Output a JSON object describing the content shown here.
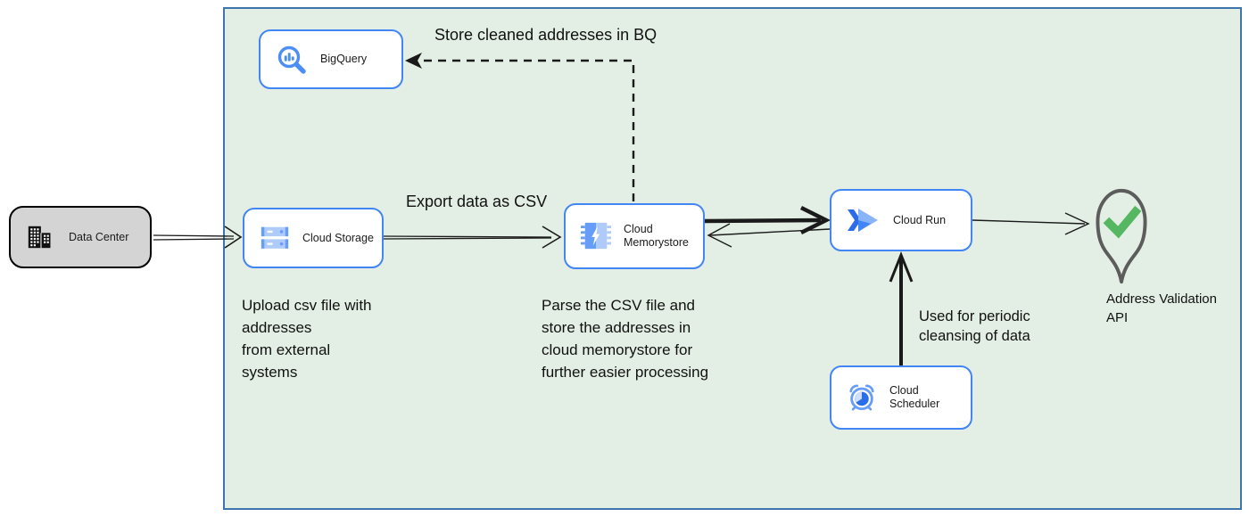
{
  "colors": {
    "boundary_background": "#e3efe4",
    "boundary_border": "#3c76ad",
    "node_border_blue": "#4285f4",
    "datacenter_fill": "#d4d4d4",
    "arrow_black": "#1a1a1a",
    "pin_gray": "#5c5c5c",
    "check_green": "#55b761",
    "icon_blue_dark": "#2b6de8",
    "icon_blue_light": "#aecbfa"
  },
  "nodes": {
    "data_center": {
      "label": "Data Center",
      "icon": "building-icon"
    },
    "bigquery": {
      "label": "BigQuery",
      "icon": "bigquery-icon"
    },
    "cloud_storage": {
      "label": "Cloud Storage",
      "icon": "cloud-storage-icon"
    },
    "cloud_memorystore": {
      "label": "Cloud Memorystore",
      "icon": "memorystore-chip-icon"
    },
    "cloud_run": {
      "label": "Cloud Run",
      "icon": "cloud-run-icon"
    },
    "cloud_scheduler": {
      "label": "Cloud Scheduler",
      "icon": "alarm-clock-icon"
    },
    "address_validation_api": {
      "label": "Address Validation\nAPI",
      "icon": "location-pin-check-icon"
    }
  },
  "annotations": {
    "store_bq": "Store cleaned addresses in BQ",
    "export_csv": "Export data as CSV",
    "upload_note": "Upload csv file with\naddresses\nfrom external\nsystems",
    "parse_note": "Parse the CSV file and\nstore the addresses in\ncloud  memorystore for\nfurther easier processing",
    "periodic_note": "Used for periodic\ncleansing of data"
  },
  "edges": [
    {
      "from": "data_center",
      "to": "cloud_storage",
      "style": "double-line-open-arrow"
    },
    {
      "from": "cloud_storage",
      "to": "cloud_memorystore",
      "style": "double-line-open-arrow",
      "label": "Export data as CSV"
    },
    {
      "from": "cloud_memorystore",
      "to": "cloud_run",
      "style": "thick-open-arrow"
    },
    {
      "from": "cloud_run",
      "to": "cloud_memorystore",
      "style": "thin-open-arrow"
    },
    {
      "from": "cloud_run",
      "to": "address_validation_api",
      "style": "thin-open-arrow"
    },
    {
      "from": "cloud_scheduler",
      "to": "cloud_run",
      "style": "thick-open-arrow",
      "label": "Used for periodic cleansing of data"
    },
    {
      "from": "cloud_memorystore",
      "to": "bigquery",
      "style": "dashed-filled-arrow",
      "label": "Store cleaned addresses in BQ"
    }
  ]
}
